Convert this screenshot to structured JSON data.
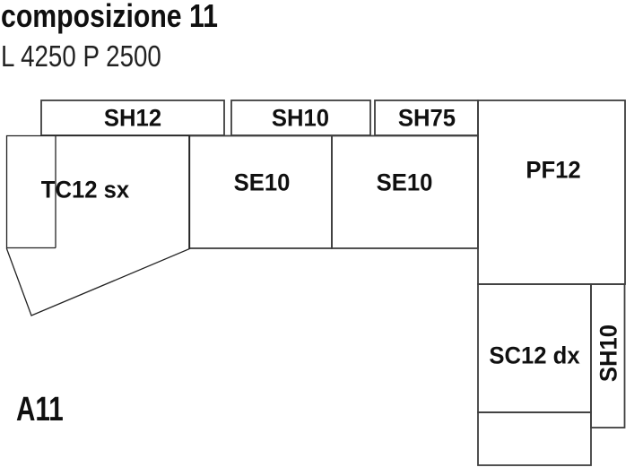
{
  "header": {
    "title": "composizione 11",
    "size_line": "L 4250 P 2500"
  },
  "diagram": {
    "code": "A11",
    "line_color": "#3e3e3e",
    "chaise_line_color": "#222222",
    "text_color": "#101010",
    "modules": [
      {
        "id": "sh12",
        "label": "SH12"
      },
      {
        "id": "sh10_top",
        "label": "SH10"
      },
      {
        "id": "sh75",
        "label": "SH75"
      },
      {
        "id": "tc12_sx",
        "label": "TC12 sx"
      },
      {
        "id": "se10_left",
        "label": "SE10"
      },
      {
        "id": "se10_right",
        "label": "SE10"
      },
      {
        "id": "pf12",
        "label": "PF12"
      },
      {
        "id": "sc12_dx",
        "label": "SC12 dx"
      },
      {
        "id": "sh10_side",
        "label": "SH10"
      }
    ]
  }
}
